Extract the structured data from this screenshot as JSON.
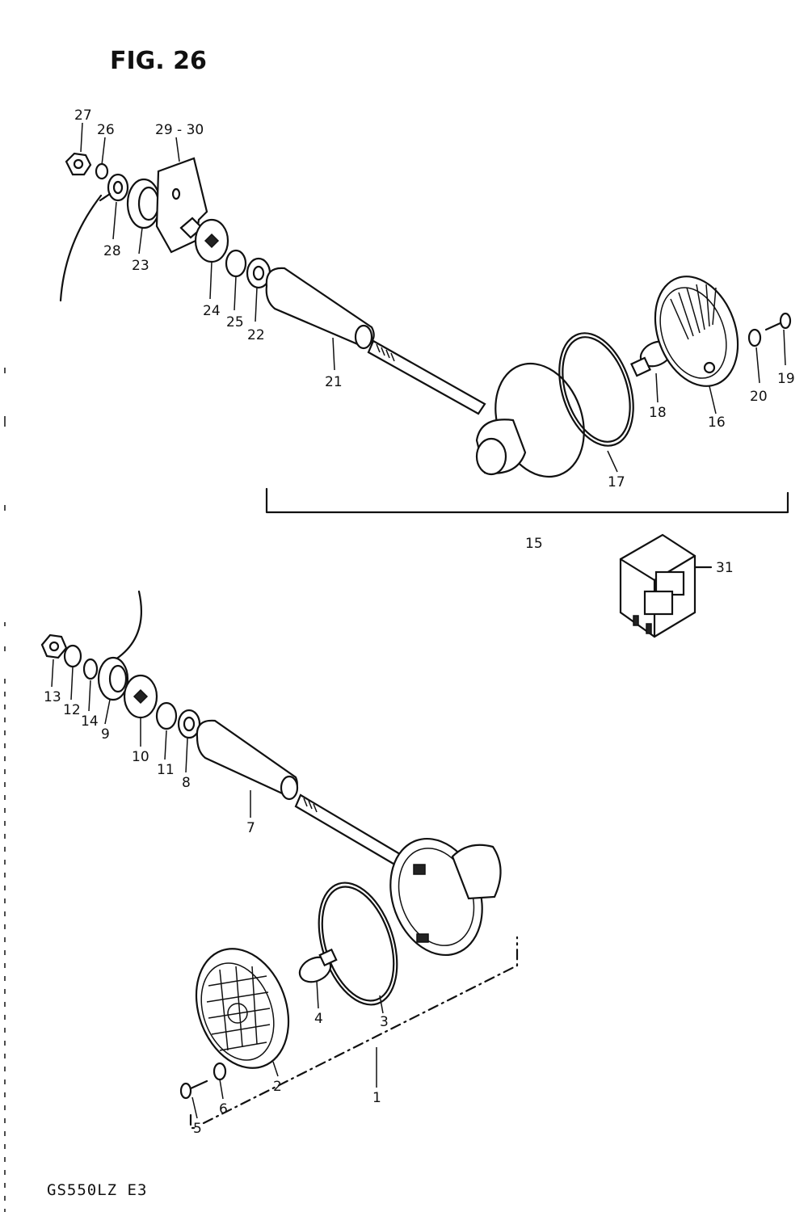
{
  "figure": {
    "title": "FIG. 26",
    "model_code": "GS550LZ E3"
  },
  "callouts": {
    "c1": "1",
    "c2": "2",
    "c3": "3",
    "c4": "4",
    "c5": "5",
    "c6": "6",
    "c7": "7",
    "c8": "8",
    "c9": "9",
    "c10": "10",
    "c11": "11",
    "c12": "12",
    "c13": "13",
    "c14": "14",
    "c15": "15",
    "c16": "16",
    "c17": "17",
    "c18": "18",
    "c19": "19",
    "c20": "20",
    "c21": "21",
    "c22": "22",
    "c23": "23",
    "c24": "24",
    "c25": "25",
    "c26": "26",
    "c27": "27",
    "c28": "28",
    "c29_30": "29 - 30",
    "c31": "31"
  }
}
